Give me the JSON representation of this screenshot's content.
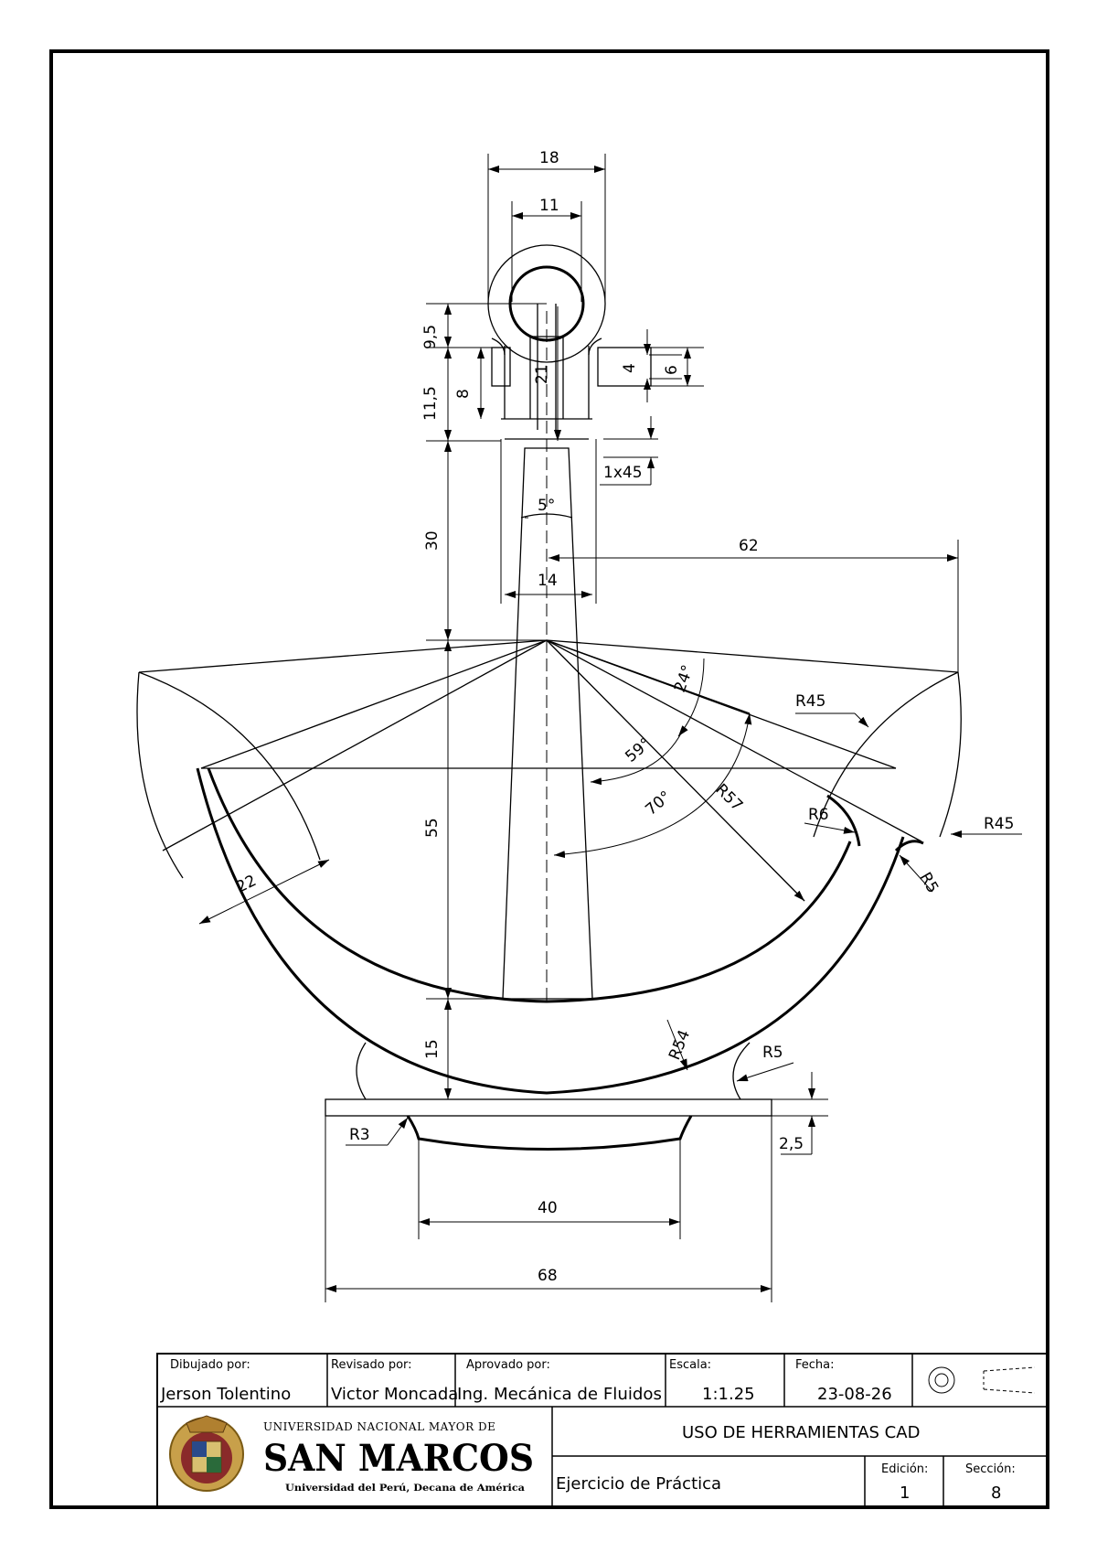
{
  "dimensions": {
    "d18": "18",
    "d11": "11",
    "d9_5": "9,5",
    "d11_5": "11,5",
    "d8": "8",
    "d21": "21",
    "d4": "4",
    "d6": "6",
    "d1x45": "1x45",
    "d5deg": "5°",
    "d30": "30",
    "d62": "62",
    "d14": "14",
    "d24deg": "24°",
    "dR45a": "R45",
    "d59deg": "59°",
    "d70deg": "70°",
    "dR57": "R57",
    "dR6": "R6",
    "dR45b": "R45",
    "dR5a": "R5",
    "d55": "55",
    "d22": "22",
    "d15": "15",
    "dR54": "R54",
    "dR5b": "R5",
    "dR3": "R3",
    "d2_5": "2,5",
    "d40": "40",
    "d68": "68"
  },
  "title_block": {
    "drawn_by_label": "Dibujado por:",
    "drawn_by": "Jerson Tolentino",
    "reviewed_by_label": "Revisado por:",
    "reviewed_by": "Victor Moncada",
    "approved_by_label": "Aprovado por:",
    "approved_by": "Ing. Mecánica de Fluidos",
    "scale_label": "Escala:",
    "scale": "1:1.25",
    "date_label": "Fecha:",
    "date": "23-08-26",
    "university_line1": "UNIVERSIDAD NACIONAL MAYOR DE",
    "university_line2": "SAN MARCOS",
    "university_line3": "Universidad del Perú, Decana de América",
    "course": "USO DE HERRAMIENTAS CAD",
    "exercise": "Ejercicio de Práctica",
    "edition_label": "Edición:",
    "edition": "1",
    "section_label": "Sección:",
    "section": "8"
  }
}
